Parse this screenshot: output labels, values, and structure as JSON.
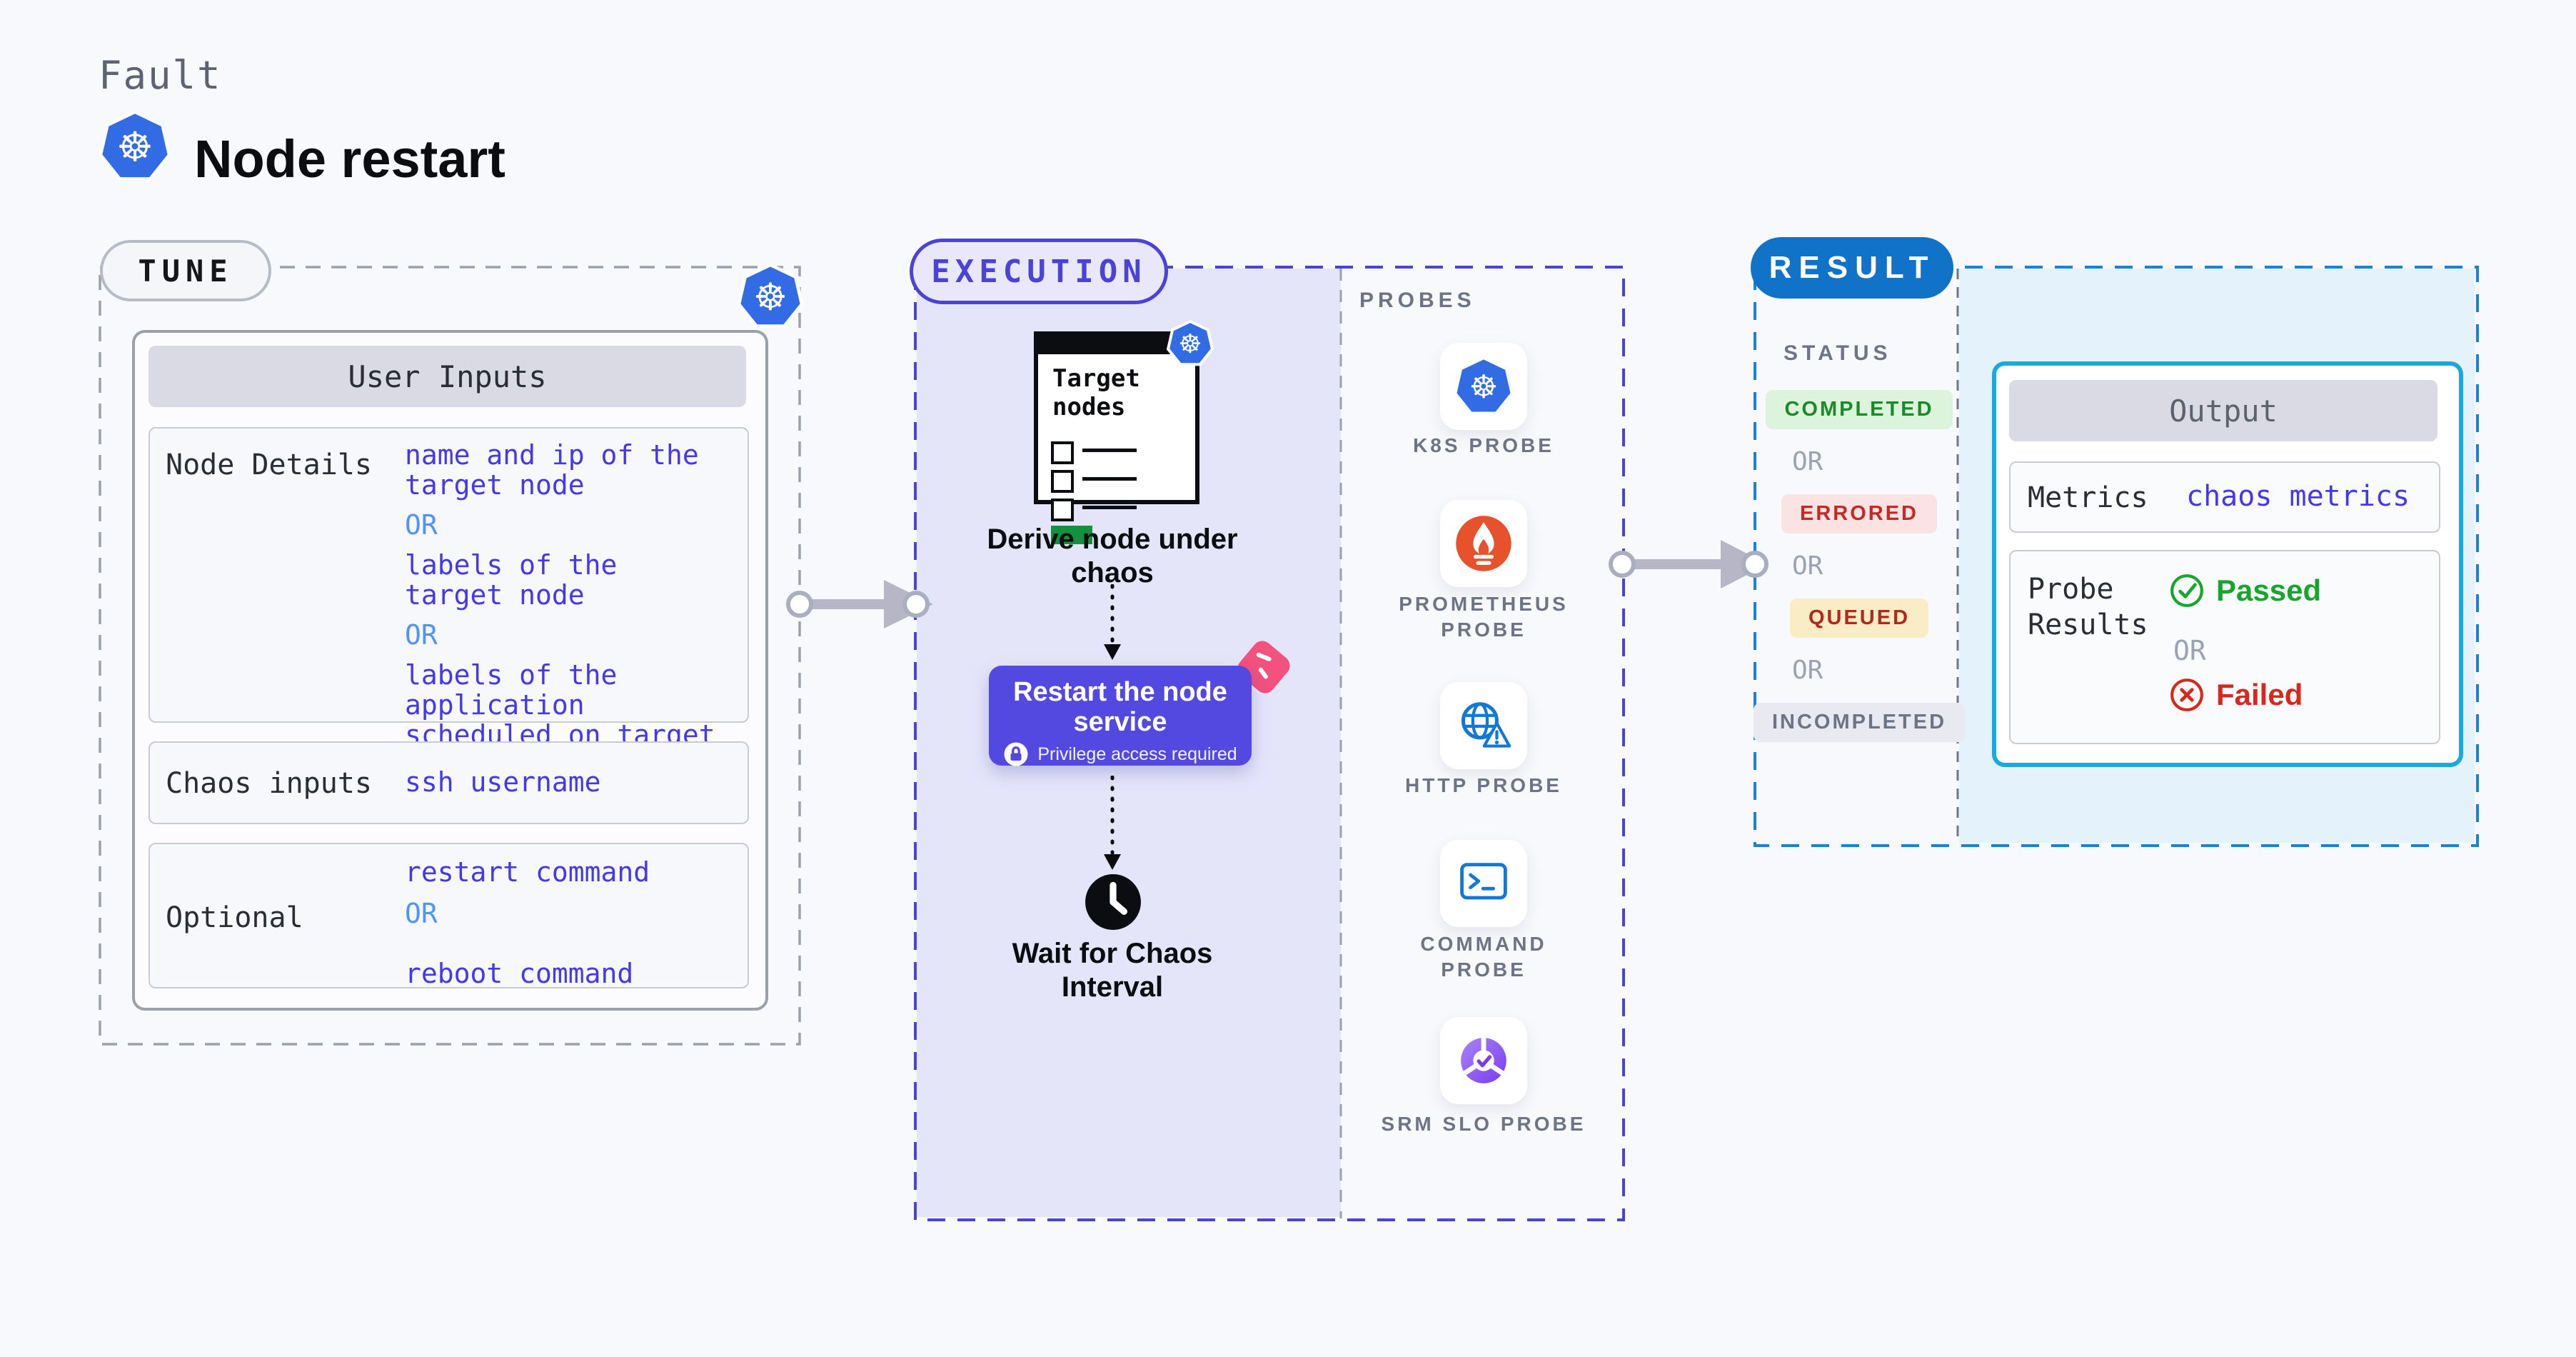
{
  "page": {
    "kicker": "Fault",
    "title": "Node restart"
  },
  "colors": {
    "kubernetes_blue": "#326ce5",
    "execution_indigo": "#4a43d6",
    "lavender_panel": "#e5e5f9",
    "restart_card": "#5349e0",
    "chaos_pink": "#f3517e",
    "result_blue": "#1173c8",
    "result_border": "#1b82d6",
    "result_panel": "#e4f3fb",
    "output_border": "#1ea7dd",
    "value_text": "#4538ea",
    "or_blue": "#5493f2",
    "passed_green": "#17a52d",
    "failed_red": "#d7281d",
    "prometheus_orange": "#e6522c",
    "completed_green": "#1b8a28",
    "errored_red": "#c32a24",
    "queued_amber_bg": "#f8edc5",
    "incompleted_gray": "#6d7485",
    "green_bar": "#12923f"
  },
  "tune": {
    "label": "TUNE",
    "table": {
      "header": "User Inputs",
      "rows": [
        {
          "label": "Node Details",
          "items": [
            {
              "type": "value",
              "lines": [
                "name and ip of the",
                "target node"
              ]
            },
            {
              "type": "or",
              "lines": [
                "OR"
              ]
            },
            {
              "type": "value",
              "lines": [
                "labels of the",
                "target node"
              ]
            },
            {
              "type": "or",
              "lines": [
                "OR"
              ]
            },
            {
              "type": "value",
              "lines": [
                "labels of the application",
                "scheduled on target node"
              ]
            }
          ]
        },
        {
          "label": "Chaos inputs",
          "items": [
            {
              "type": "value",
              "lines": [
                "ssh username"
              ]
            }
          ]
        },
        {
          "label": "Optional",
          "items": [
            {
              "type": "value",
              "lines": [
                "restart command"
              ]
            },
            {
              "type": "or",
              "lines": [
                "OR"
              ]
            },
            {
              "type": "value",
              "lines": [
                "reboot command"
              ]
            }
          ]
        }
      ]
    }
  },
  "execution": {
    "label": "EXECUTION",
    "target_card": {
      "lines": [
        "Target",
        "nodes"
      ]
    },
    "derive": {
      "lines": [
        "Derive node under",
        "chaos"
      ]
    },
    "restart": {
      "lines": [
        "Restart the node",
        "service"
      ],
      "note": "Privilege access required"
    },
    "wait": {
      "lines": [
        "Wait for Chaos",
        "Interval"
      ]
    }
  },
  "probes": {
    "label": "PROBES",
    "items": [
      {
        "name": "K8S PROBE",
        "icon": "kubernetes-icon"
      },
      {
        "name": "PROMETHEUS PROBE",
        "icon": "prometheus-icon"
      },
      {
        "name": "HTTP PROBE",
        "icon": "globe-warning-icon"
      },
      {
        "name": "COMMAND PROBE",
        "icon": "terminal-icon"
      },
      {
        "name": "SRM SLO PROBE",
        "icon": "slo-pie-check-icon"
      }
    ]
  },
  "result": {
    "label": "RESULT",
    "status_label": "STATUS",
    "statuses": [
      {
        "text": "COMPLETED",
        "kind": "completed"
      },
      {
        "text": "OR",
        "kind": "or"
      },
      {
        "text": "ERRORED",
        "kind": "errored"
      },
      {
        "text": "OR",
        "kind": "or"
      },
      {
        "text": "QUEUED",
        "kind": "queued"
      },
      {
        "text": "OR",
        "kind": "or"
      },
      {
        "text": "INCOMPLETED",
        "kind": "incompleted"
      }
    ],
    "output": {
      "header": "Output",
      "metrics_label": "Metrics",
      "metrics_value": "chaos metrics",
      "probe_results_label": "Probe Results",
      "passed": "Passed",
      "or": "OR",
      "failed": "Failed"
    }
  }
}
